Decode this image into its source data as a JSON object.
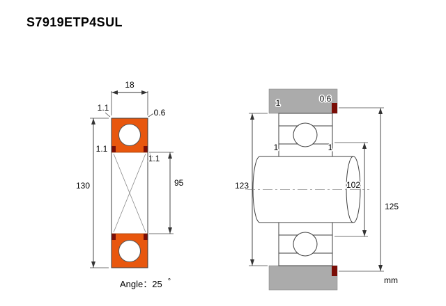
{
  "title": "S7919ETP4SUL",
  "footer": {
    "angle_label": "Angle：",
    "angle_value": "25",
    "degree_symbol": "°",
    "unit": "mm"
  },
  "colors": {
    "ring_fill": "#E8570E",
    "seal": "#7A0D06",
    "housing": "#ABABAB"
  },
  "left_view": {
    "dims": {
      "width": "18",
      "chamfer_top_left": "1.1",
      "chamfer_top_right": "0.6",
      "chamfer_mid_left": "1.1",
      "chamfer_inner": "1.1",
      "outer_diameter": "130",
      "bore_diameter": "95"
    }
  },
  "right_view": {
    "dims": {
      "fillet_top_left": "1",
      "chamfer_top_right": "0.6",
      "fillet_left": "1",
      "fillet_right": "1",
      "housing_abutment_diameter": "123",
      "shaft_abutment_diameter": "102",
      "outer_abutment_diameter": "125"
    }
  }
}
